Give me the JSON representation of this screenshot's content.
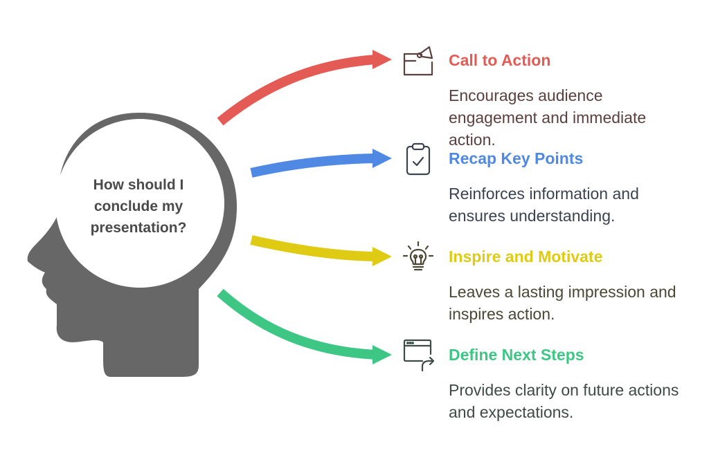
{
  "center": {
    "question": "How should I conclude my presentation?"
  },
  "colors": {
    "head": "#676767",
    "red": "#e45b55",
    "blue": "#4f89e4",
    "yellow": "#dfcb14",
    "green": "#3ec684"
  },
  "items": [
    {
      "title": "Call to Action",
      "description": "Encourages audience engagement and immediate action.",
      "icon": "megaphone-board-icon",
      "color": "#e45b55",
      "text_color": "#5a3f3f"
    },
    {
      "title": "Recap Key Points",
      "description": "Reinforces information and ensures understanding.",
      "icon": "clipboard-check-icon",
      "color": "#4f89e4",
      "text_color": "#3b4250"
    },
    {
      "title": "Inspire and Motivate",
      "description": "Leaves a lasting impression and inspires action.",
      "icon": "lightbulb-icon",
      "color": "#dfcb14",
      "text_color": "#4a4735"
    },
    {
      "title": "Define Next Steps",
      "description": "Provides clarity on future actions and expectations.",
      "icon": "browser-redirect-icon",
      "color": "#3ec684",
      "text_color": "#3e4a45"
    }
  ]
}
